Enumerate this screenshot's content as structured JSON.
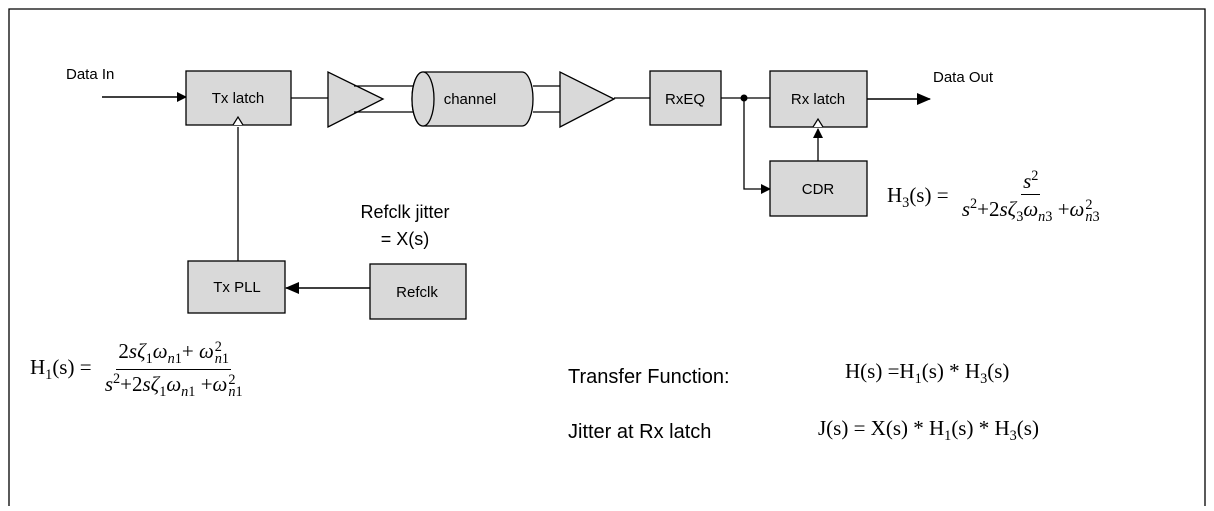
{
  "blocks": {
    "tx_latch": "Tx latch",
    "channel": "channel",
    "rxeq": "RxEQ",
    "rx_latch": "Rx latch",
    "cdr": "CDR",
    "tx_pll": "Tx PLL",
    "refclk": "Refclk"
  },
  "labels": {
    "data_in": "Data In",
    "data_out": "Data Out",
    "refclk_jitter_line1": "Refclk jitter",
    "refclk_jitter_line2": "= X(s)",
    "transfer_function": "Transfer Function:",
    "jitter_at_rx_latch": "Jitter at Rx latch"
  },
  "equations": {
    "h3_lhs": "H",
    "h3_lhs_sub": "3",
    "h3_lhs_tail": "(s) =",
    "h1_lhs": "H",
    "h1_lhs_sub": "1",
    "h1_lhs_tail": "(s) =",
    "h_total_left": "H(s) =H",
    "h_total_sub1": "1",
    "h_total_mid": "(s) *  H",
    "h_total_sub3": "3",
    "h_total_tail": "(s)",
    "j_left": "J(s) = X(s) * H",
    "j_sub1": "1",
    "j_mid": "(s)  * H",
    "j_sub3": "3",
    "j_tail": "(s)"
  },
  "colors": {
    "block_fill": "#d9d9d9",
    "stroke": "#000000"
  }
}
